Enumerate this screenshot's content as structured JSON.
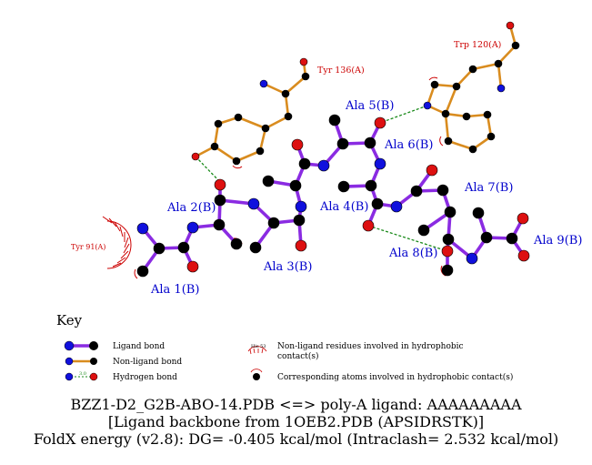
{
  "residue_labels": {
    "trp120": "Trp 120(A)",
    "tyr136": "Tyr 136(A)",
    "tyr91": "Tyr 91(A)"
  },
  "ligand_labels": {
    "ala1": "Ala 1(B)",
    "ala2": "Ala 2(B)",
    "ala3": "Ala 3(B)",
    "ala4": "Ala 4(B)",
    "ala5": "Ala 5(B)",
    "ala6": "Ala 6(B)",
    "ala7": "Ala 7(B)",
    "ala8": "Ala 8(B)",
    "ala9": "Ala 9(B)"
  },
  "key": {
    "title": "Key",
    "ligand_bond": "Ligand bond",
    "nonligand_bond": "Non-ligand bond",
    "hydrogen_bond": "Hydrogen bond",
    "hbond_distance": "3.0",
    "his_sample": "His 53",
    "nonligand_hydrophobic_1": "Non-ligand residues involved in hydrophobic",
    "nonligand_hydrophobic_2": "contact(s)",
    "corresponding_atoms": "Corresponding atoms involved in hydrophobic contact(s)"
  },
  "caption": {
    "line1": "BZZ1-D2_G2B-ABO-14.PDB <=> poly-A ligand: AAAAAAAAA",
    "line2": "[Ligand backbone from 1OEB2.PDB (APSIDRSTK)]",
    "line3": "FoldX energy (v2.8): DG= -0.405 kcal/mol (Intraclash= 2.532 kcal/mol)"
  },
  "colors": {
    "ligand_bond": "#8a2be2",
    "nonligand_bond": "#d98c1f",
    "hbond": "#1a8a1a",
    "carbon": "#000000",
    "nitrogen": "#1010dd",
    "oxygen": "#dd1010",
    "residue_label": "#cc0000",
    "ligand_label": "#0000cc"
  }
}
